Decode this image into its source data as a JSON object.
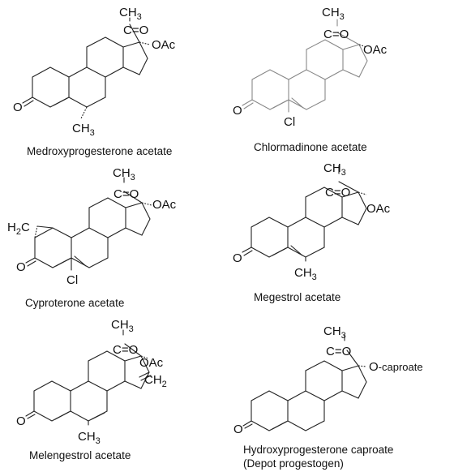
{
  "molecules": [
    {
      "caption": "Medroxyprogesterone acetate",
      "labels": {
        "ch3_top": "CH",
        "ch3_top_sub": "3",
        "carbonyl": "C=O",
        "ester": "OAc",
        "ketone": "O",
        "ch3_6": "CH",
        "ch3_6_sub": "3"
      }
    },
    {
      "caption": "Chlormadinone acetate",
      "labels": {
        "ch3_top": "CH",
        "ch3_top_sub": "3",
        "carbonyl": "C=O",
        "ester": "OAc",
        "ketone": "O",
        "cl": "Cl"
      }
    },
    {
      "caption": "Cyproterone acetate",
      "labels": {
        "ch3_top": "CH",
        "ch3_top_sub": "3",
        "carbonyl": "C=O",
        "ester": "OAc",
        "ketone": "O",
        "cl": "Cl",
        "h2c": "H",
        "h2c_sub": "2",
        "h2c_c": "C"
      }
    },
    {
      "caption": "Megestrol acetate",
      "labels": {
        "ch3_top": "CH",
        "ch3_top_sub": "3",
        "carbonyl": "C=O",
        "ester": "OAc",
        "ketone": "O",
        "ch3_6": "CH",
        "ch3_6_sub": "3"
      }
    },
    {
      "caption": "Melengestrol acetate",
      "labels": {
        "ch3_top": "CH",
        "ch3_top_sub": "3",
        "carbonyl": "C=O",
        "ester": "OAc",
        "ketone": "O",
        "ch3_6": "CH",
        "ch3_6_sub": "3",
        "ch2": "CH",
        "ch2_sub": "2"
      }
    },
    {
      "caption": "Hydroxyprogesterone caproate",
      "caption2": "(Depot progestogen)",
      "labels": {
        "ch3_top": "CH",
        "ch3_top_sub": "3",
        "carbonyl": "C=O",
        "ester": "O",
        "ester2": "-caproate",
        "ketone": "O"
      }
    }
  ]
}
